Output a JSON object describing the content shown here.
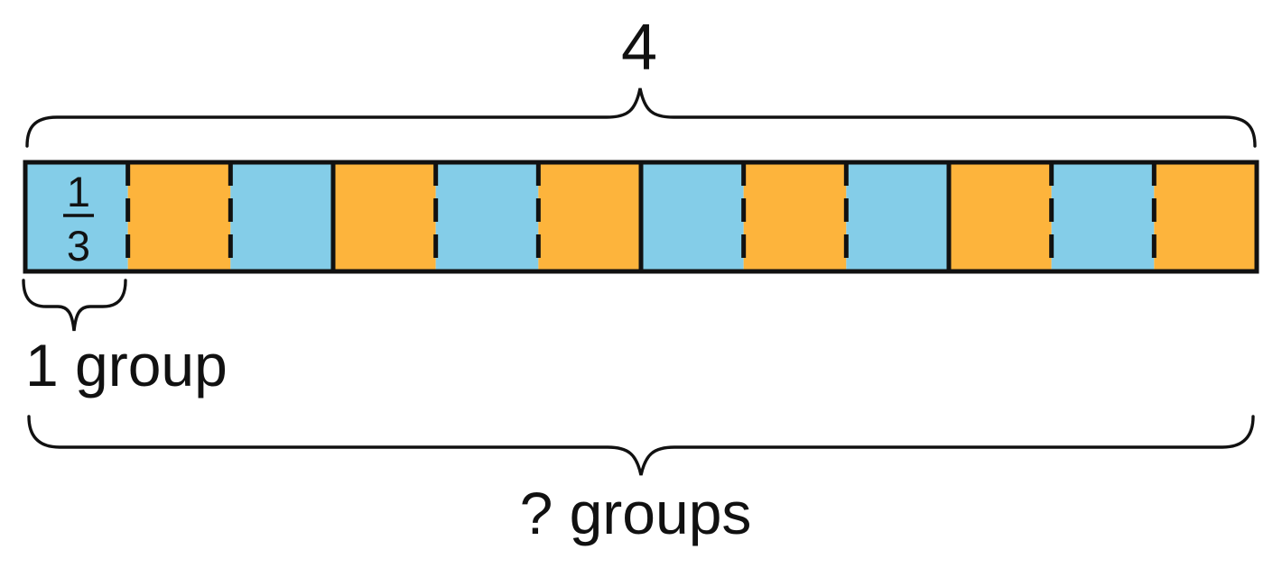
{
  "figure": {
    "title_meaning": "tape diagram showing how many groups of one third are in four",
    "top_label": "4",
    "fraction": {
      "numerator": "1",
      "denominator": "3"
    },
    "one_group_label": "1 group",
    "question_label": "? groups",
    "colors": {
      "blue": "#84CDE8",
      "orange": "#FDB43C",
      "stroke": "#111111",
      "background": "#ffffff"
    },
    "tape": {
      "wholes": 4,
      "segments_per_whole": 3,
      "segment_value": "1/3",
      "pattern": [
        "blue",
        "orange",
        "blue",
        "orange",
        "blue",
        "orange",
        "blue",
        "orange",
        "blue",
        "orange",
        "blue",
        "orange"
      ]
    }
  }
}
